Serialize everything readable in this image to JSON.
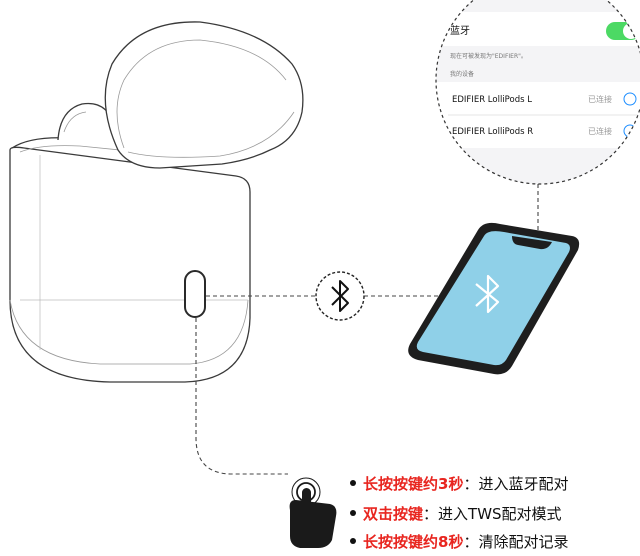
{
  "bluetooth_settings": {
    "title": "蓝牙",
    "discoverable_text": "现在可被发现为\"EDIFIER\"。",
    "section_header": "我的设备",
    "devices": [
      {
        "name": "EDIFIER LolliPods L",
        "status": "已连接"
      },
      {
        "name": "EDIFIER LolliPods R",
        "status": "已连接"
      }
    ],
    "toggle_color": "#4cd964"
  },
  "instructions": [
    {
      "action": "长按按键约3秒",
      "separator": "：",
      "result": "进入蓝牙配对"
    },
    {
      "action": "双击按键",
      "separator": "：",
      "result": "进入TWS配对模式"
    },
    {
      "action": "长按按键约8秒",
      "separator": "：",
      "result": "清除配对记录"
    }
  ],
  "colors": {
    "highlight": "#e8251f",
    "phone_screen": "#8fd0e8",
    "bluetooth_badge_ring": "#e8251f"
  },
  "icons": [
    "bluetooth-icon",
    "hand-pointer-icon",
    "phone-bluetooth-icon"
  ]
}
